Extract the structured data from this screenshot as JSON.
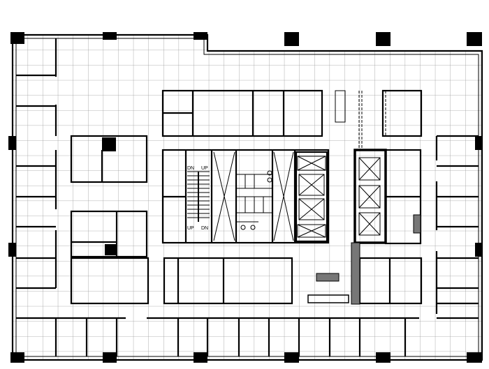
{
  "plan": {
    "stair_labels": {
      "top_left": "DN",
      "top_right": "UP",
      "bottom_left": "UP",
      "bottom_right": "DN"
    },
    "colors": {
      "line": "#000000",
      "grid": "#9a9a9a",
      "background": "#ffffff",
      "equipment": "#666666"
    }
  }
}
